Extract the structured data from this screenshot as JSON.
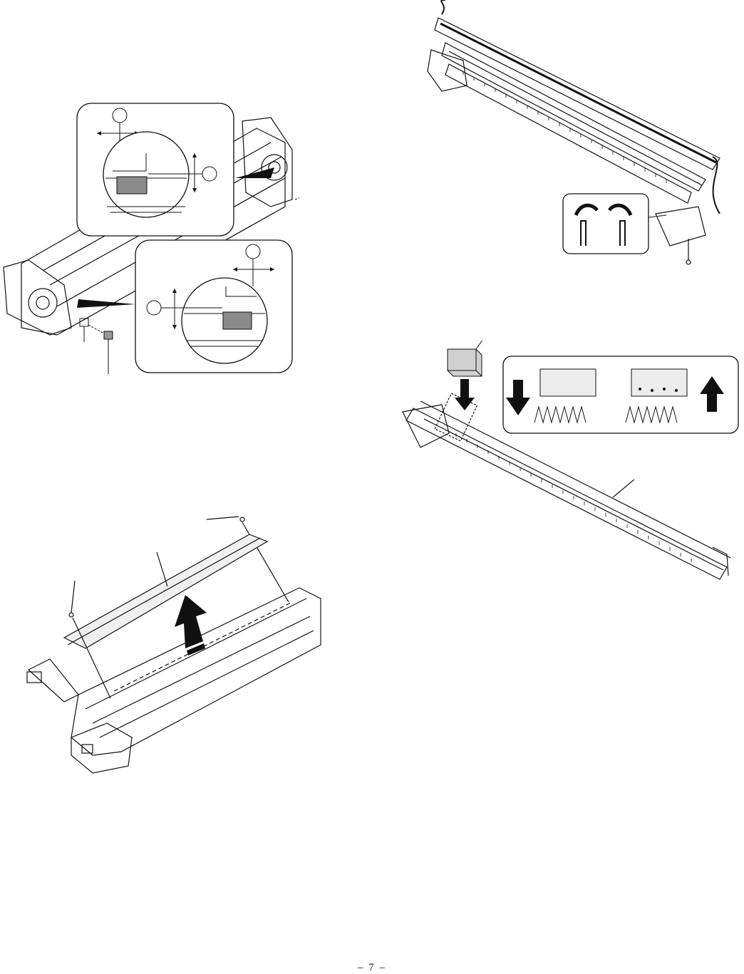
{
  "page": {
    "number": "7"
  },
  "figures": {
    "fig_a": {
      "label": "",
      "desc_icon": "drum-unit-alignment-figure"
    },
    "fig_b": {
      "label": "",
      "desc_icon": "charger-wire-removal-figure"
    },
    "fig_c": {
      "label": "",
      "desc_icon": "charger-cleaning-figure"
    },
    "fig_d": {
      "label": "",
      "desc_icon": "charger-unit-removal-figure"
    }
  },
  "colors": {
    "ink": "#111111",
    "fill_gray": "#8a8a8a",
    "light_gray": "#e6e6e6"
  }
}
